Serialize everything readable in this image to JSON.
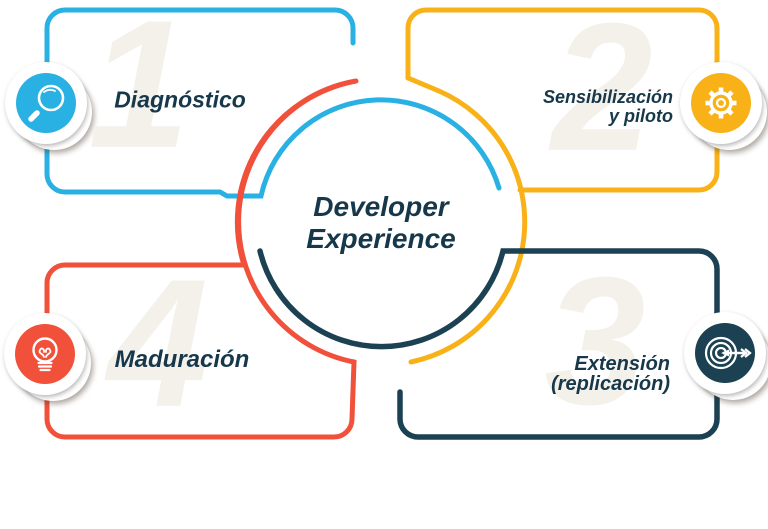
{
  "center": {
    "line1": "Developer",
    "line2": "Experience"
  },
  "steps": [
    {
      "number": "1",
      "label": "Diagnóstico",
      "color": "#29B1E3",
      "icon": "magnifier-icon"
    },
    {
      "number": "2",
      "label_line1": "Sensibilización",
      "label_line2": "y piloto",
      "color": "#F9B118",
      "icon": "gear-icon"
    },
    {
      "number": "3",
      "label_line1": "Extensión",
      "label_line2": "(replicación)",
      "color": "#1B4152",
      "icon": "target-icon"
    },
    {
      "number": "4",
      "label": "Maduración",
      "color": "#F1513B",
      "icon": "lightbulb-icon"
    }
  ],
  "colors": {
    "cyan": "#29B1E3",
    "yellow": "#F9B118",
    "red": "#F1513B",
    "navy": "#1B4152",
    "label_text": "#16384A",
    "number_fill": "#F4F1EB"
  }
}
